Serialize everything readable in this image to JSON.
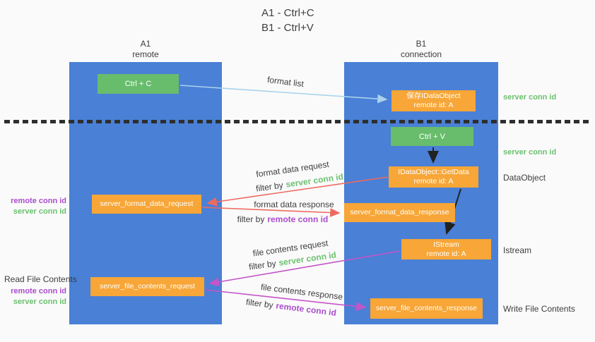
{
  "title": {
    "line1": "A1 - Ctrl+C",
    "line2": "B1 - Ctrl+V"
  },
  "lanes": {
    "left": {
      "name": "A1",
      "subtitle": "remote"
    },
    "right": {
      "name": "B1",
      "subtitle": "connection"
    }
  },
  "nodes": {
    "ctrl_c": {
      "label": "Ctrl + C"
    },
    "ctrl_v": {
      "label": "Ctrl + V"
    },
    "save_dataobject": {
      "line1": "保存IDataObject",
      "line2": "remote id: A"
    },
    "getdata": {
      "line1": "IDataObject::GetData",
      "line2": "remote id: A"
    },
    "istream": {
      "line1": "IStream",
      "line2": "remote id: A"
    },
    "format_request": {
      "label": "server_format_data_request"
    },
    "format_response": {
      "label": "server_format_data_response"
    },
    "file_request": {
      "label": "server_file_contents_request"
    },
    "file_response": {
      "label": "server_file_contents_response"
    }
  },
  "edges": {
    "format_list": {
      "label": "format list"
    },
    "format_data_request": {
      "label": "format data request",
      "filter_prefix": "filter by",
      "filter_key": "server conn id"
    },
    "format_data_response": {
      "label": "format data response",
      "filter_prefix": "filter by",
      "filter_key": "remote conn id"
    },
    "file_contents_request": {
      "label": "file contents request",
      "filter_prefix": "filter by",
      "filter_key": "server conn id"
    },
    "file_contents_response": {
      "label": "file contents response",
      "filter_prefix": "filter by",
      "filter_key": "remote conn id"
    }
  },
  "side_labels": {
    "right": {
      "server_conn_top": "server conn id",
      "server_conn_mid": "server conn id",
      "dataobject": "DataObject",
      "istream": "Istream",
      "write_file_contents": "Write File Contents"
    },
    "left": {
      "format_remote_conn": "remote conn id",
      "format_server_conn": "server conn id",
      "read_file_contents": "Read File Contents",
      "file_remote_conn": "remote conn id",
      "file_server_conn": "server conn id"
    }
  },
  "colors": {
    "lane_blue": "#4a80d6",
    "green_box": "#68bd6c",
    "orange_box": "#f7a637",
    "green_text": "#6cc06f",
    "purple_text": "#aa4dcc",
    "arrow_lightblue": "#a8d2ed",
    "arrow_red": "#ed6a5f",
    "arrow_magenta": "#c355c8",
    "arrow_black": "#222222",
    "divider": "#2e2e2e"
  }
}
